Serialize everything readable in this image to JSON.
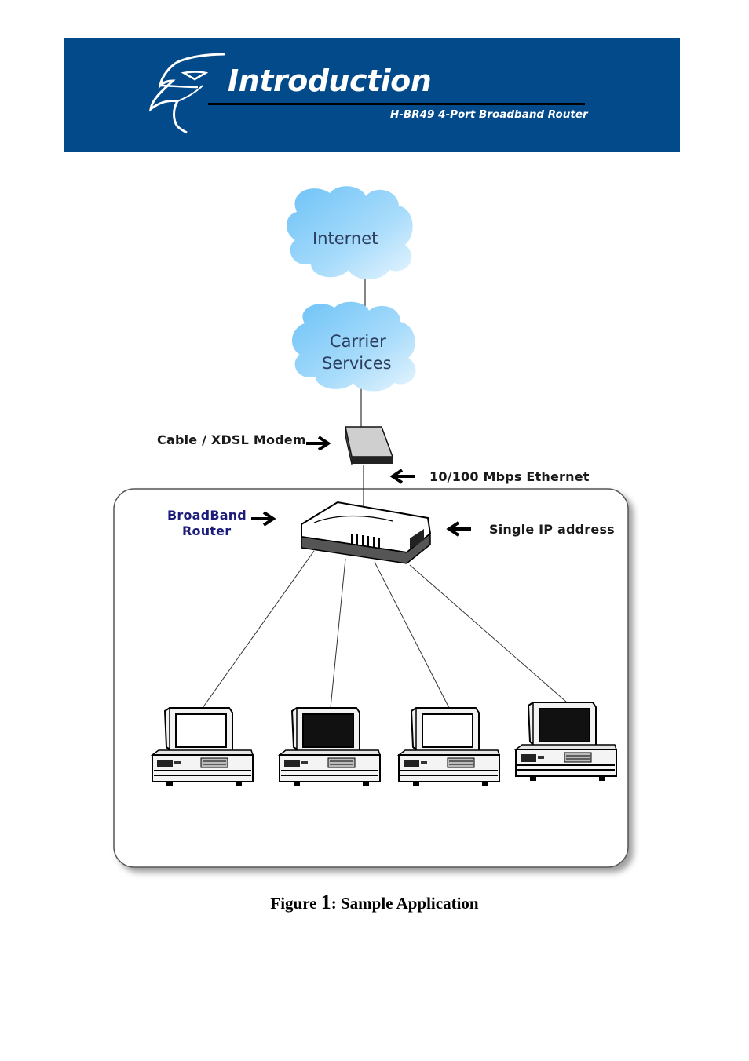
{
  "header": {
    "title": "Introduction",
    "subtitle": "H-BR49 4-Port Broadband Router",
    "background_color": "#034a8a",
    "logo_icon": "eagle-head-logo"
  },
  "diagram": {
    "internet_label": "Internet",
    "carrier_label_line1": "Carrier",
    "carrier_label_line2": "Services",
    "modem_label": "Cable / XDSL Modem",
    "ethernet_label": "10/100 Mbps Ethernet",
    "router_label_line1": "BroadBand",
    "router_label_line2": "Router",
    "ip_label": "Single IP address",
    "cloud_color": "#5cb6ef",
    "computers": [
      "pc-1",
      "pc-2",
      "pc-3",
      "pc-4"
    ]
  },
  "caption": {
    "prefix": "Figure ",
    "number": "1",
    "suffix": ": Sample Application"
  }
}
